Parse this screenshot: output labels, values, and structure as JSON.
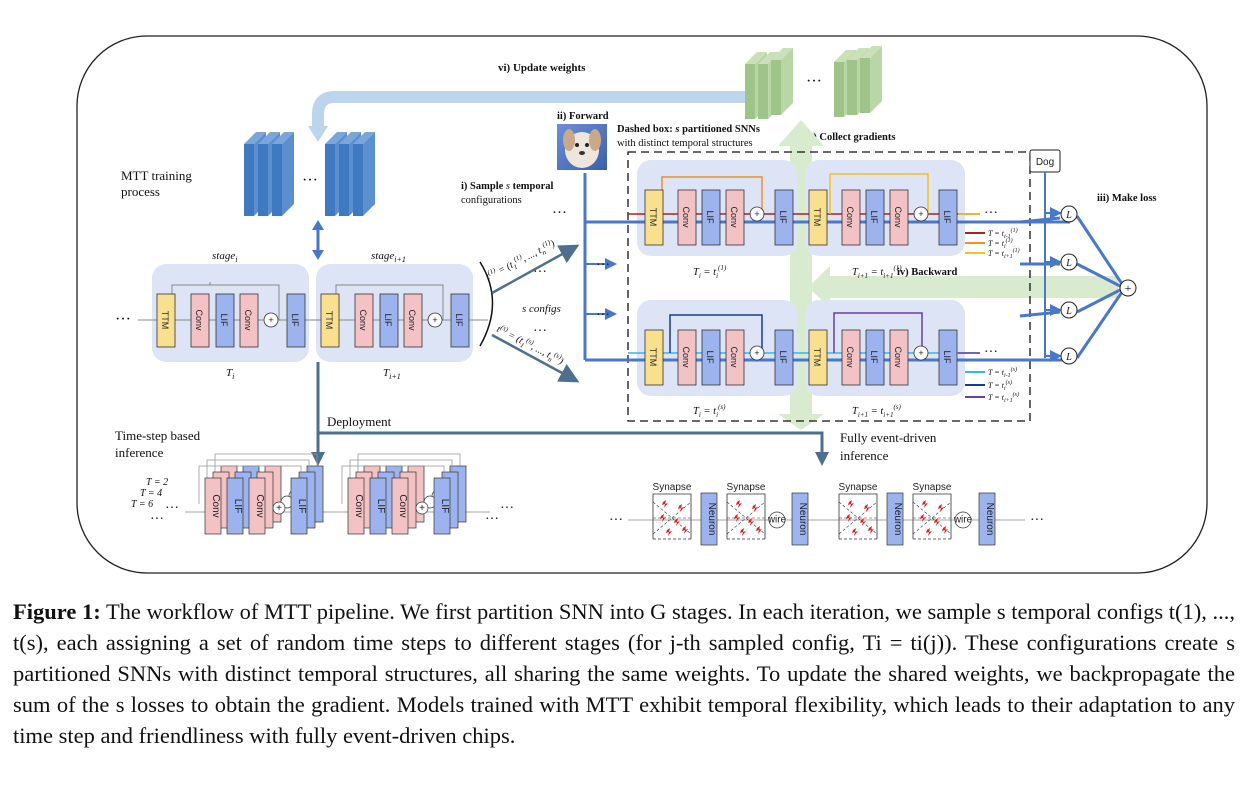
{
  "figure": {
    "labels": {
      "update_weights": "vi) Update weights",
      "mtt_training_1": "MTT training",
      "mtt_training_2": "process",
      "forward": "ii) Forward",
      "dashed_box_1": "Dashed box: s partitioned SNNs",
      "dashed_box_2": "with distinct temporal structures",
      "collect_gradients": "v) Collect gradients",
      "sample_1": "i) Sample s temporal",
      "sample_2": "configurations",
      "s_configs": "s configs",
      "make_loss": "iii) Make loss",
      "backward": "iv) Backward",
      "dog": "Dog",
      "stage_i": "stage",
      "stage_i_sub": "i",
      "stage_i1": "stage",
      "stage_i1_sub": "i+1",
      "T_i": "T",
      "T_i_sub": "i",
      "T_i1_sub": "i+1",
      "deployment": "Deployment",
      "time_step_1": "Time-step based",
      "time_step_2": "inference",
      "event_1": "Fully event-driven",
      "event_2": "inference",
      "T2": "T = 2",
      "T4": "T = 4",
      "T6": "T = 6",
      "config1": "t(1) = (t1(1), ..., tn(1))",
      "configs": "t(s) = (t1(s), ..., tn(s))",
      "Ti_t1": "Ti = ti(1)",
      "Ti1_t1": "Ti+1 = ti+1(1)",
      "Ti_ts": "Ti = ti(s)",
      "Ti1_ts": "Ti+1 = ti+1(s)",
      "legend_top": [
        "T = ti-1(1)",
        "T = ti(1)",
        "T = ti+1(1)"
      ],
      "legend_bottom": [
        "T = ti-1(s)",
        "T = ti(s)",
        "T = ti+1(s)"
      ],
      "ellipsis": "···",
      "loss": "L",
      "plus": "+",
      "wire": "wire"
    },
    "blocks": {
      "ttm": "TTM",
      "conv": "Conv",
      "lif": "LIF",
      "synapse": "Synapse",
      "neuron": "Neuron"
    },
    "colors": {
      "ttm": "#f9e08f",
      "conv": "#f2c2c5",
      "lif": "#9db3ee",
      "stage_bg": "#dde4f6",
      "arrow_blue": "#4a78c9",
      "arrow_light": "#bcd5ec",
      "backward_green": "#d9ebce",
      "weights_green": "#9ec48a",
      "weights_blue": "#3f7ac1",
      "config_red": "#a12727",
      "config_orange": "#ef8f2a",
      "config_yellow": "#f4c21a",
      "config_cyan": "#39b4e7",
      "config_navy": "#1b3c8c",
      "config_purple": "#6b3fa0"
    }
  },
  "caption": {
    "label": "Figure 1:",
    "text": "The workflow of MTT pipeline. We first partition SNN into G stages. In each iteration, we sample s temporal configs t(1), ..., t(s), each assigning a set of random time steps to different stages (for j-th sampled config, Ti = ti(j)). These configurations create s partitioned SNNs with distinct temporal structures, all sharing the same weights. To update the shared weights, we backpropagate the sum of the s losses to obtain the gradient. Models trained with MTT exhibit temporal flexibility, which leads to their adaptation to any time step and friendliness with fully event-driven chips."
  }
}
